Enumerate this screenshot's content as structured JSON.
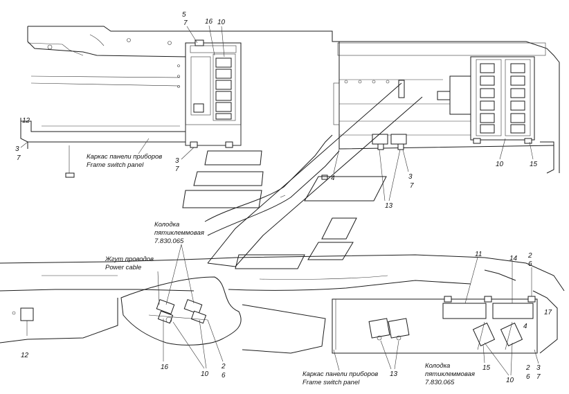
{
  "top": {
    "frame_label_ru": "Каркас панели приборов",
    "frame_label_en": "Frame switch panel",
    "nums": {
      "n5": "5",
      "n7a": "7",
      "n16": "16",
      "n10a": "10",
      "n12": "12",
      "n3a": "3",
      "n7b": "7",
      "n3b": "3",
      "n7c": "7",
      "n4": "4",
      "n3c": "3",
      "n7d": "7",
      "n13": "13",
      "n10b": "10",
      "n15": "15"
    }
  },
  "bottom": {
    "connector_label_ru_1": "Колодка",
    "connector_label_ru_2": "пятиклеммовая",
    "connector_code": "7.830.065",
    "harness_ru": "Жгут проводов",
    "harness_en": "Power cable",
    "frame_label_ru": "Каркас панели приборов",
    "frame_label_en": "Frame switch panel",
    "connector2_label_ru_1": "Колодка",
    "connector2_label_ru_2": "пятиклеммовая",
    "connector2_code": "7.830.065",
    "nums": {
      "n11": "11",
      "n14": "14",
      "n2a": "2",
      "n6a": "6",
      "n17": "17",
      "n4": "4",
      "n12": "12",
      "n16": "16",
      "n10a": "10",
      "n2b": "2",
      "n6b": "6",
      "n13": "13",
      "n15": "15",
      "n10b": "10",
      "n2c": "2",
      "n6c": "6",
      "n3": "3",
      "n7": "7"
    }
  }
}
